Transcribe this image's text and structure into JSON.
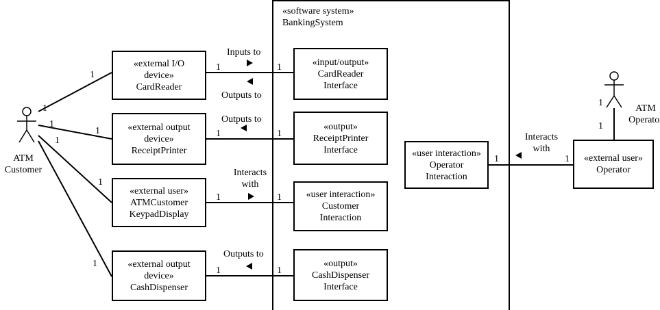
{
  "system": {
    "stereotype": "«software system»",
    "name": "BankingSystem"
  },
  "actors": {
    "customer": {
      "line1": "ATM",
      "line2": "Customer"
    },
    "operator": {
      "line1": "ATM",
      "line2": "Operator"
    }
  },
  "external": {
    "card_reader": [
      "«external I/O",
      "device»",
      "CardReader"
    ],
    "receipt_printer": [
      "«external output",
      "device»",
      "ReceiptPrinter"
    ],
    "keypad_display": [
      "«external user»",
      "ATMCustomer",
      "KeypadDisplay"
    ],
    "cash_dispenser": [
      "«external output",
      "device»",
      "CashDispenser"
    ],
    "operator": [
      "«external user»",
      "Operator"
    ]
  },
  "internal": {
    "card_reader_interface": [
      "«input/output»",
      "CardReader",
      "Interface"
    ],
    "receipt_printer_interface": [
      "«output»",
      "ReceiptPrinter",
      "Interface"
    ],
    "customer_interaction": [
      "«user interaction»",
      "Customer",
      "Interaction"
    ],
    "cash_dispenser_interface": [
      "«output»",
      "CashDispenser",
      "Interface"
    ],
    "operator_interaction": [
      "«user interaction»",
      "Operator",
      "Interaction"
    ]
  },
  "association_labels": {
    "inputs_to": "Inputs to",
    "outputs_to_card": "Outputs to",
    "outputs_to_receipt": "Outputs to",
    "interacts_customer": [
      "Interacts",
      "with"
    ],
    "outputs_to_cash": "Outputs to",
    "interacts_operator": [
      "Interacts",
      "with"
    ]
  },
  "multiplicity": "1"
}
